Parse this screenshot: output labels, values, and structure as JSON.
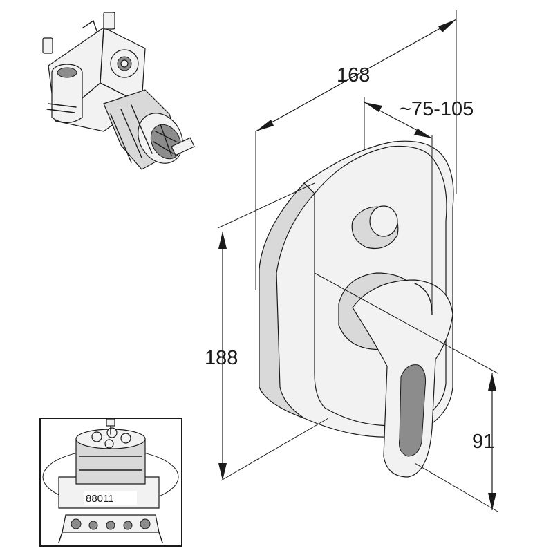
{
  "dimensions": {
    "width": "168",
    "depth": "~75-105",
    "height": "188",
    "lever_offset": "91"
  },
  "inset": {
    "part_number": "88011"
  },
  "colors": {
    "line": "#1a1a1a",
    "background": "#ffffff"
  }
}
